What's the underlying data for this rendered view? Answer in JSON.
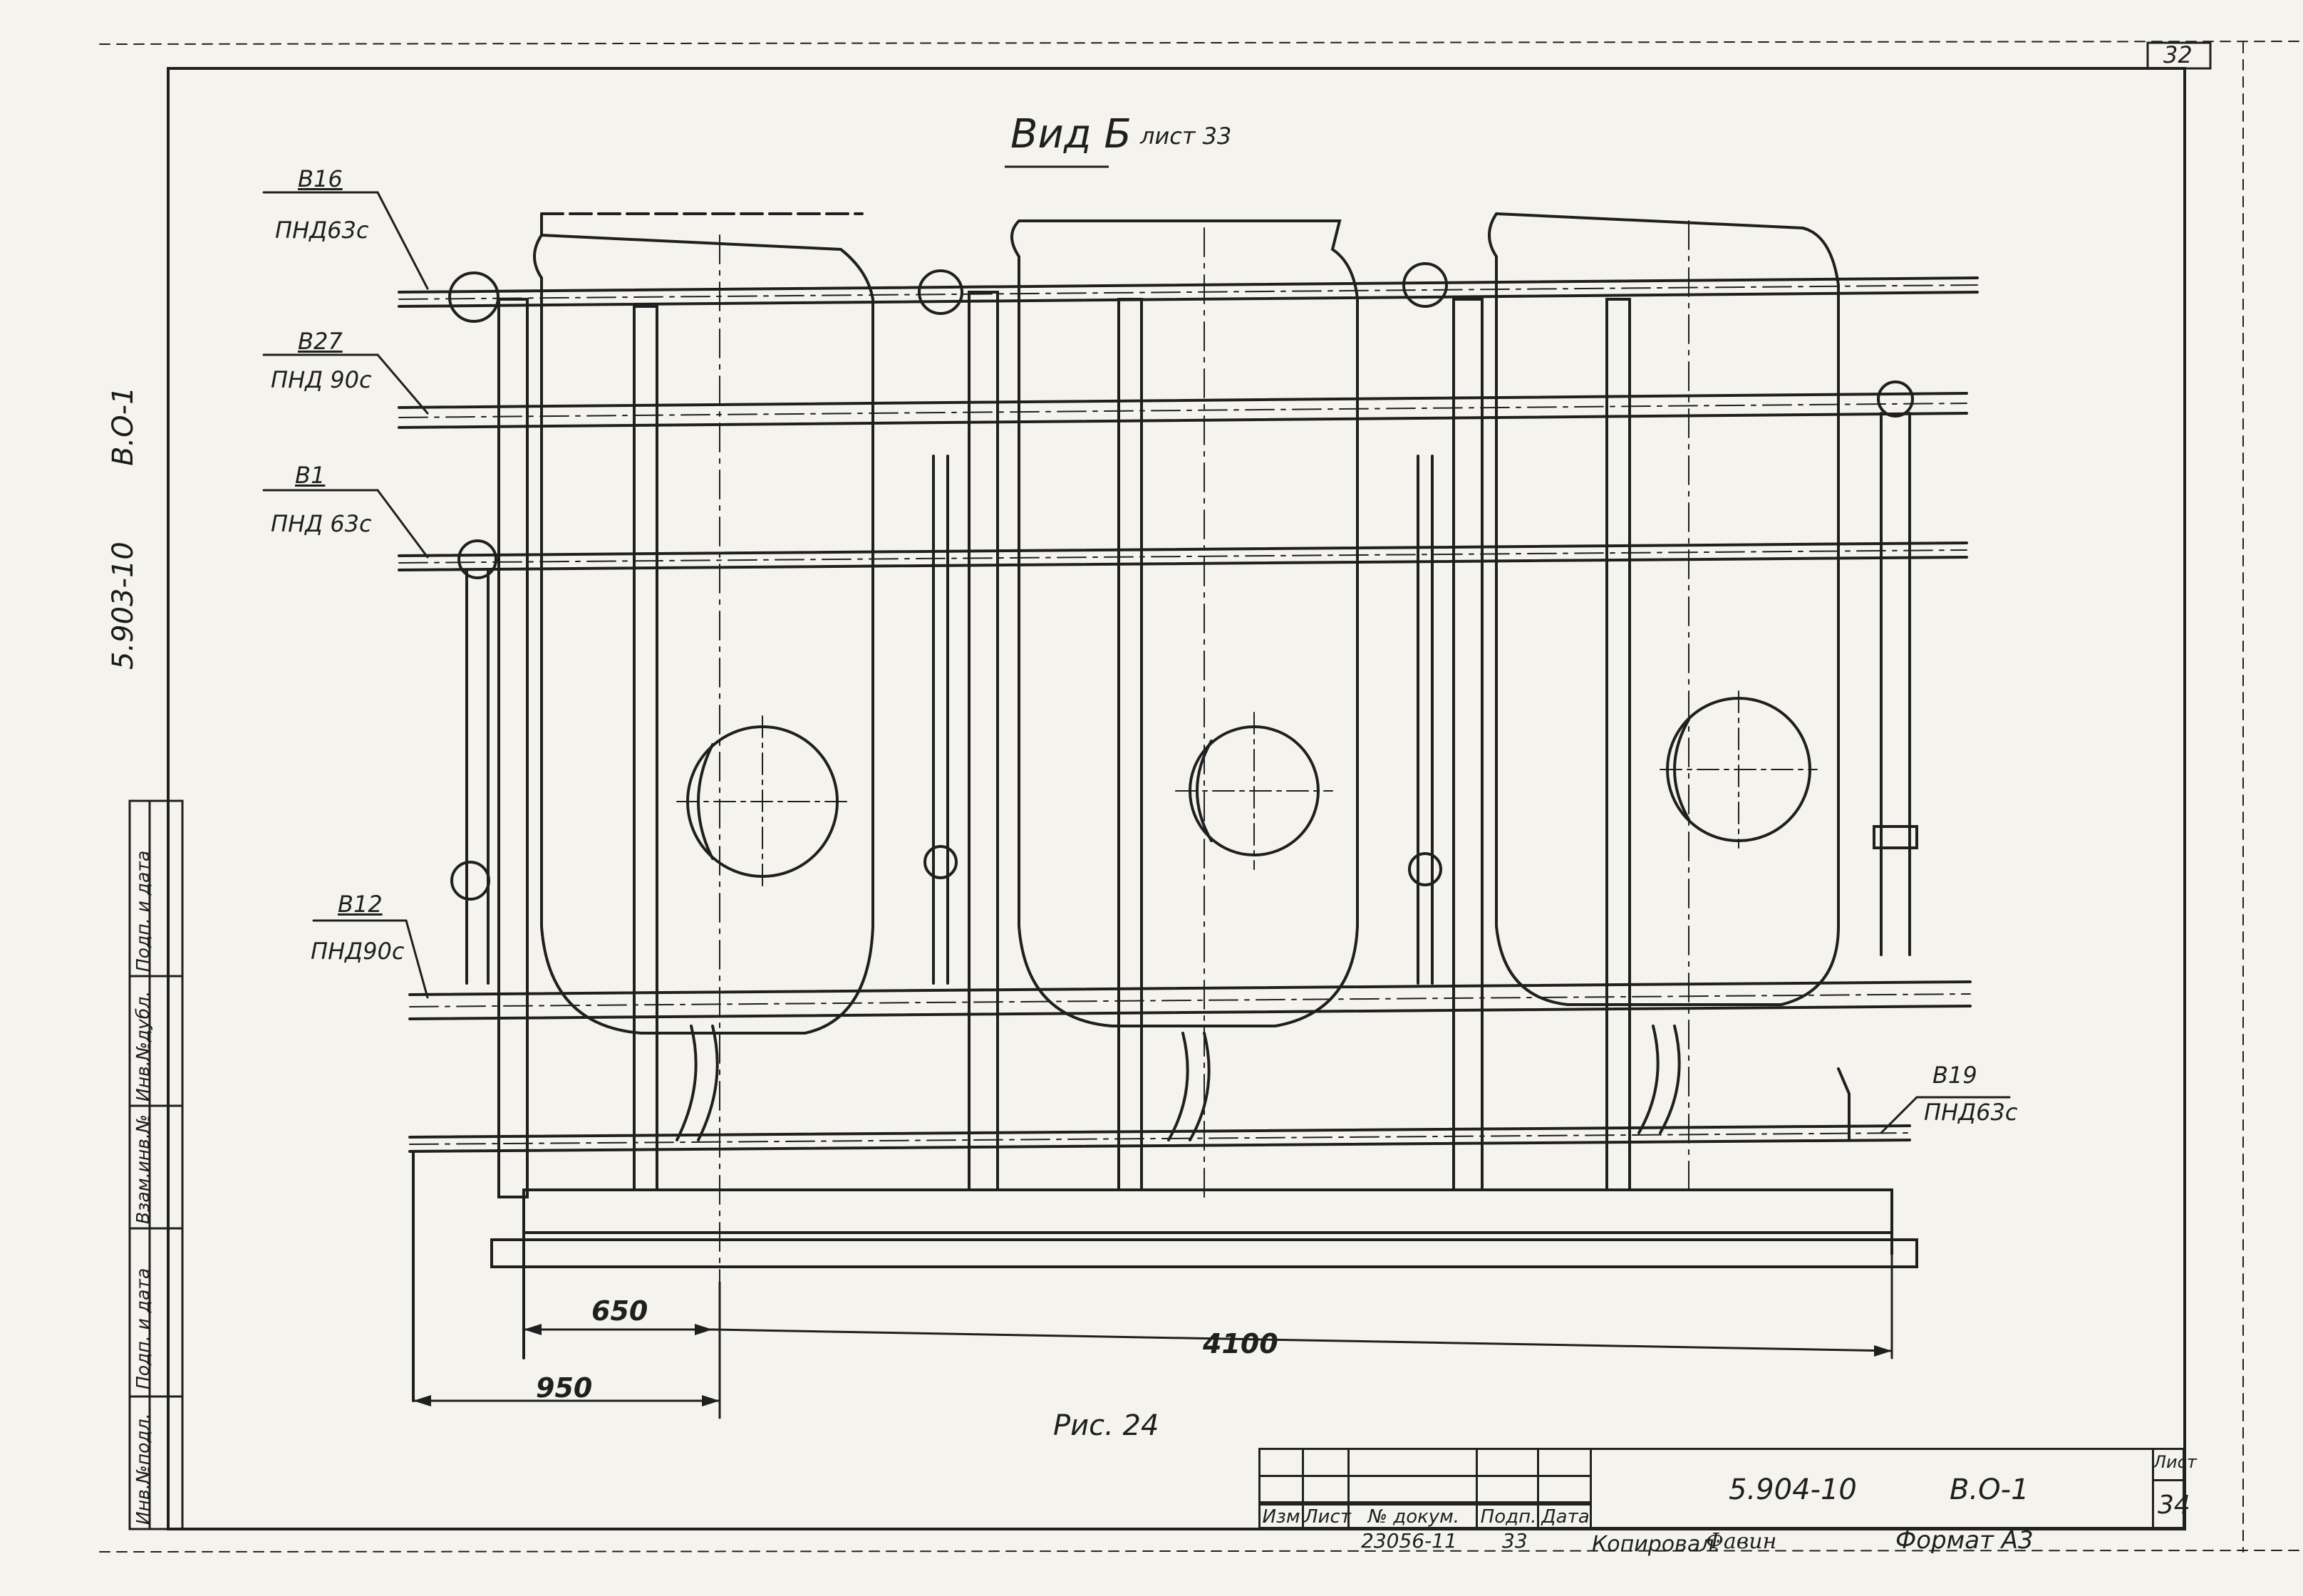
{
  "corner_page": "32",
  "view_title": "Вид Б",
  "view_ref": "лист 33",
  "pipes": [
    {
      "code": "В16",
      "spec": "ПНД63с"
    },
    {
      "code": "В27",
      "spec": "ПНД 90с"
    },
    {
      "code": "В1",
      "spec": "ПНД 63с"
    },
    {
      "code": "В12",
      "spec": "ПНД90с"
    },
    {
      "code": "В19",
      "spec": "ПНД63с"
    }
  ],
  "dimensions": {
    "d650": "650",
    "d950": "950",
    "d4100": "4100"
  },
  "figure_caption": "Рис. 24",
  "side_code_1": "5.903-10",
  "side_code_2": "В.О-1",
  "side_table": [
    "Инв.№подл.",
    "Подп. и дата",
    "Взам.инв.№",
    "Инв.№дубл.",
    "Подп. и дата"
  ],
  "title_block": {
    "headers": [
      "Изм",
      "Лист",
      "№ докум.",
      "Подп.",
      "Дата"
    ],
    "doc_number": "23056-11",
    "doc_sheet": "33",
    "designation": "5.904-10",
    "variant": "В.О-1",
    "sheet_label": "Лист",
    "sheet_number": "34",
    "copied_label": "Копировал:",
    "copied_by": "Фавин",
    "format_label": "Формат А3"
  }
}
